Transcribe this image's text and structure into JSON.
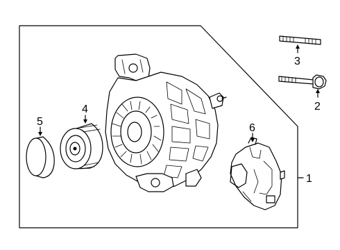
{
  "callouts": {
    "alternator": "1",
    "bolt": "2",
    "stud": "3",
    "pulley": "4",
    "cap": "5",
    "regulator": "6"
  }
}
